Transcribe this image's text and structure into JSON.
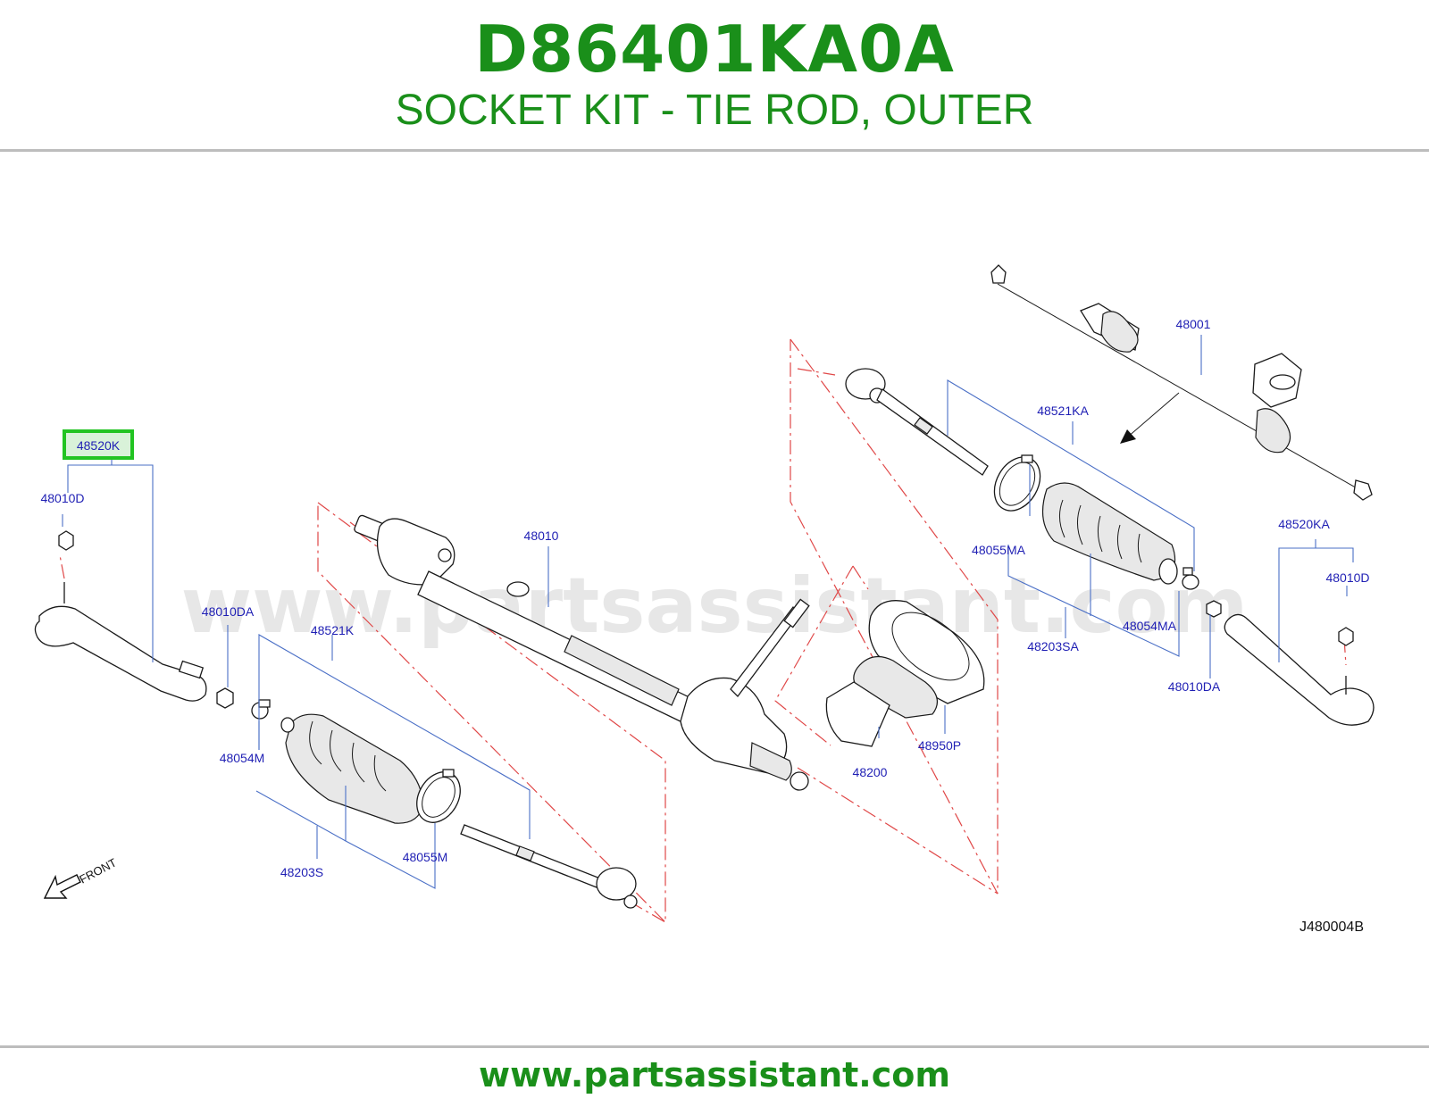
{
  "header": {
    "part_number": "D86401KA0A",
    "description": "SOCKET KIT - TIE ROD, OUTER"
  },
  "watermark": "www.partsassistant.com",
  "footer": {
    "url": "www.partsassistant.com"
  },
  "diagram": {
    "reference_code": "J480004B",
    "front_label": "FRONT",
    "highlighted_part": "48520K",
    "callouts": [
      "48520K",
      "48010D",
      "48010DA",
      "48521K",
      "48054M",
      "48203S",
      "48055M",
      "48010",
      "48200",
      "48950P",
      "48001",
      "48521KA",
      "48055MA",
      "48203SA",
      "48054MA",
      "48520KA",
      "48010D",
      "48010DA"
    ]
  },
  "colors": {
    "brand_green": "#1a8f1a",
    "callout_blue": "#1f1fb4",
    "leader_blue": "#4a6fc6",
    "dash_red": "#e04848",
    "highlight_green": "#22c422"
  }
}
